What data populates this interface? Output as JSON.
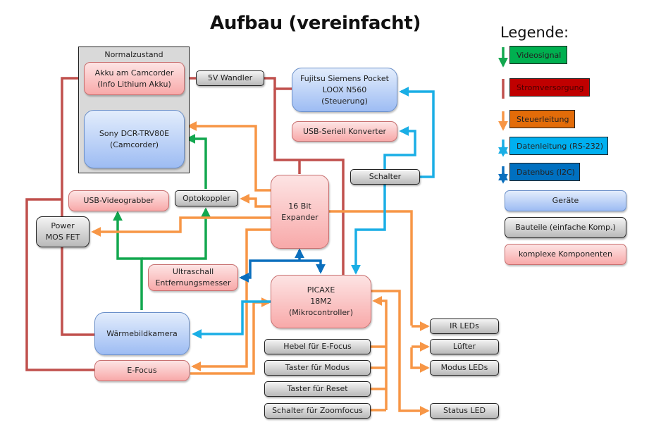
{
  "title": "Aufbau (vereinfacht)",
  "legend": {
    "title": "Legende:",
    "lines": [
      {
        "label": "Videosignal",
        "color": "#00b050",
        "arrow": "down"
      },
      {
        "label": "Stromversorgung",
        "color": "#c00000",
        "line_color": "#c0504d",
        "arrow": "none"
      },
      {
        "label": "Steuerleitung",
        "color": "#e36c09",
        "line_color": "#f79646",
        "arrow": "down"
      },
      {
        "label": "Datenleitung (RS-232)",
        "color": "#00b0f0",
        "arrow": "both"
      },
      {
        "label": "Datenbus (I2C)",
        "color": "#0070c0",
        "arrow": "both"
      }
    ],
    "boxes": [
      {
        "label": "Geräte",
        "kind": "blue"
      },
      {
        "label": "Bauteile (einfache Komp.)",
        "kind": "gray"
      },
      {
        "label": "komplexe Komponenten",
        "kind": "red"
      }
    ]
  },
  "group": {
    "label": "Normalzustand"
  },
  "nodes": {
    "akku": "Akku am Camcorder\n(Info Lithium Akku)",
    "camcorder": "Sony DCR-TRV80E\n(Camcorder)",
    "wandler": "5V Wandler",
    "pocket": "Fujitsu Siemens Pocket\nLOOX N560\n(Steuerung)",
    "usb_seriell": "USB-Seriell Konverter",
    "schalter": "Schalter",
    "videograbber": "USB-Videograbber",
    "optokoppler": "Optokoppler",
    "expander": "16 Bit\nExpander",
    "mosfet": "Power\nMOS FET",
    "ultraschall": "Ultraschall\nEntfernungsmesser",
    "picaxe": "PICAXE\n18M2\n(Mikrocontroller)",
    "waermebild": "Wärmebildkamera",
    "efocus": "E-Focus",
    "hebel": "Hebel für E-Focus",
    "taster_modus": "Taster für Modus",
    "taster_reset": "Taster für Reset",
    "schalter_zoom": "Schalter für Zoomfocus",
    "ir_leds": "IR LEDs",
    "luefter": "Lüfter",
    "modus_leds": "Modus LEDs",
    "status_led": "Status  LED"
  },
  "colors": {
    "video": "#12a74f",
    "power": "#c0504d",
    "control": "#f79646",
    "rs232": "#1aaee5",
    "i2c": "#0b6fbd"
  }
}
